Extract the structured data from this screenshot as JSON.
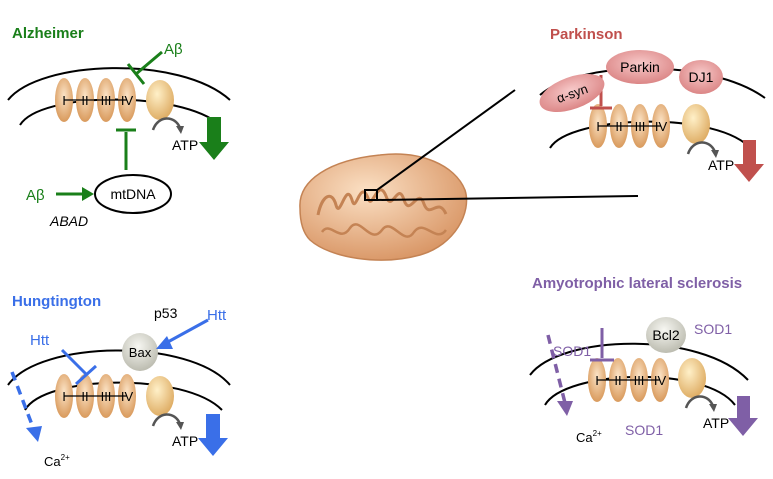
{
  "panels": {
    "alzheimer": {
      "title": "Alzheimer",
      "ab_top": "Aβ",
      "ab_left": "Aβ",
      "mtdna": "mtDNA",
      "abad": "ABAD",
      "atp": "ATP",
      "complexes": [
        "I",
        "II",
        "III",
        "IV"
      ]
    },
    "parkinson": {
      "title": "Parkinson",
      "asyn": "α-syn",
      "parkin": "Parkin",
      "dj1": "DJ1",
      "atp": "ATP",
      "complexes": [
        "I",
        "II",
        "III",
        "IV"
      ]
    },
    "huntington": {
      "title": "Hungtington",
      "p53": "p53",
      "htt_right": "Htt",
      "htt_left": "Htt",
      "bax": "Bax",
      "ca": "Ca",
      "ca_sup": "2+",
      "atp": "ATP",
      "complexes": [
        "I",
        "II",
        "III",
        "IV"
      ]
    },
    "als": {
      "title": "Amyotrophic lateral sclerosis",
      "bcl2": "Bcl2",
      "sod1_top": "SOD1",
      "sod1_left": "SOD1",
      "sod1_bottom": "SOD1",
      "ca": "Ca",
      "ca_sup": "2+",
      "atp": "ATP",
      "complexes": [
        "I",
        "II",
        "III",
        "IV"
      ]
    }
  },
  "colors": {
    "alzheimer": "#1a7f1a",
    "parkinson": "#c0504d",
    "huntington": "#3a6fe8",
    "als": "#7f5fa6",
    "complex_fill": "#e8b27e",
    "line": "#000000"
  }
}
